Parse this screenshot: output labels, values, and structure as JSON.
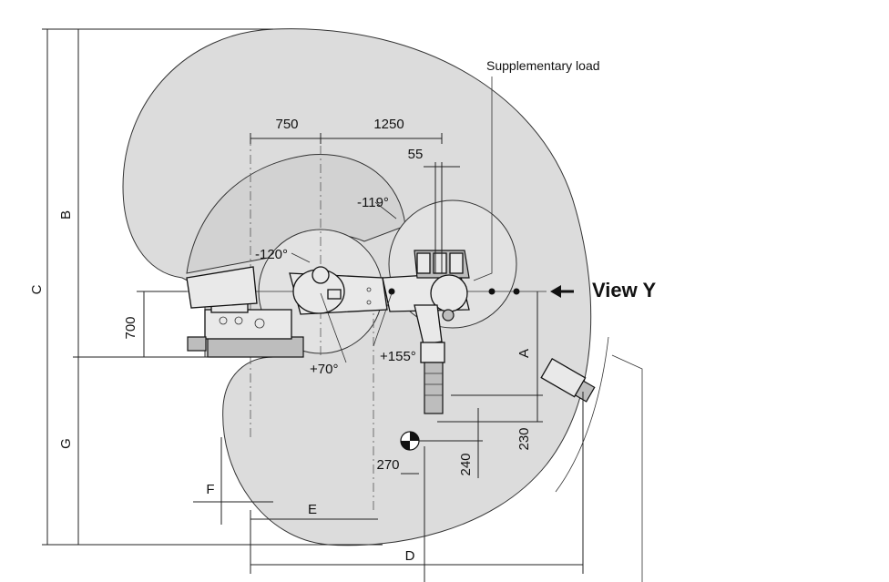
{
  "diagram": {
    "dimensions": {
      "d750": "750",
      "d1250": "1250",
      "d55": "55",
      "d700": "700",
      "d270": "270",
      "d240": "240",
      "d230": "230"
    },
    "angles": {
      "a_minus119": "-119°",
      "a_minus120": "-120°",
      "a_plus70": "+70°",
      "a_plus155": "+155°"
    },
    "letters": {
      "A": "A",
      "B": "B",
      "C": "C",
      "D": "D",
      "E": "E",
      "F": "F",
      "G": "G"
    },
    "callouts": {
      "supplementary_load": "Supplementary load",
      "view_y": "View Y"
    }
  }
}
